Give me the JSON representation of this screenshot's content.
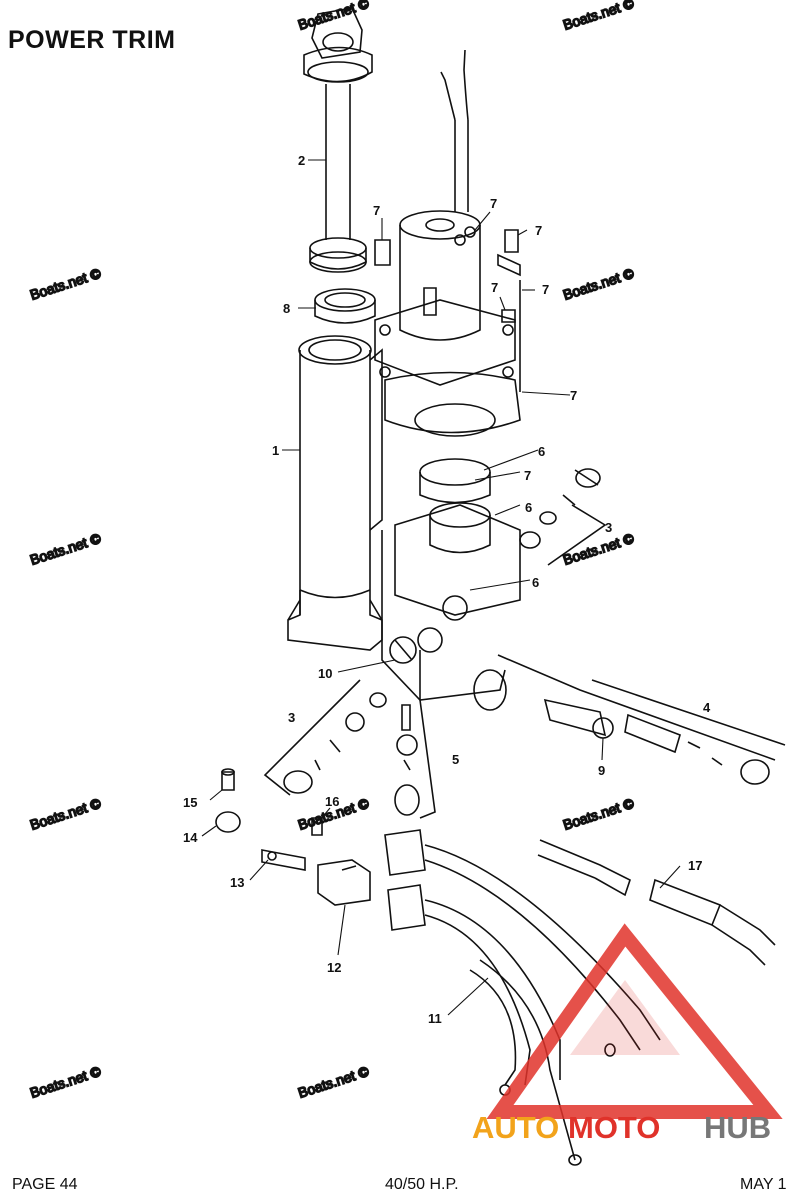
{
  "title": "POWER TRIM",
  "watermark_text": "Boats.net ©",
  "watermark_logo": {
    "text_auto": "AUTO",
    "text_moto": "MOTO",
    "text_hub": "HUB",
    "color_orange": "#f2a31b",
    "color_red": "#e0322a",
    "color_gray": "#777777"
  },
  "footer": {
    "left": "PAGE 44",
    "center": "40/50 H.P.",
    "right": "MAY 1"
  },
  "callouts": [
    {
      "id": "c1",
      "label": "1"
    },
    {
      "id": "c2",
      "label": "2"
    },
    {
      "id": "c3a",
      "label": "3"
    },
    {
      "id": "c3b",
      "label": "3"
    },
    {
      "id": "c4",
      "label": "4"
    },
    {
      "id": "c5",
      "label": "5"
    },
    {
      "id": "c6a",
      "label": "6"
    },
    {
      "id": "c6b",
      "label": "6"
    },
    {
      "id": "c6c",
      "label": "6"
    },
    {
      "id": "c7a",
      "label": "7"
    },
    {
      "id": "c7b",
      "label": "7"
    },
    {
      "id": "c7c",
      "label": "7"
    },
    {
      "id": "c7d",
      "label": "7"
    },
    {
      "id": "c7e",
      "label": "7"
    },
    {
      "id": "c7f",
      "label": "7"
    },
    {
      "id": "c7g",
      "label": "7"
    },
    {
      "id": "c8",
      "label": "8"
    },
    {
      "id": "c9",
      "label": "9"
    },
    {
      "id": "c10",
      "label": "10"
    },
    {
      "id": "c11",
      "label": "11"
    },
    {
      "id": "c12",
      "label": "12"
    },
    {
      "id": "c13",
      "label": "13"
    },
    {
      "id": "c14",
      "label": "14"
    },
    {
      "id": "c15",
      "label": "15"
    },
    {
      "id": "c16",
      "label": "16"
    },
    {
      "id": "c17",
      "label": "17"
    }
  ]
}
